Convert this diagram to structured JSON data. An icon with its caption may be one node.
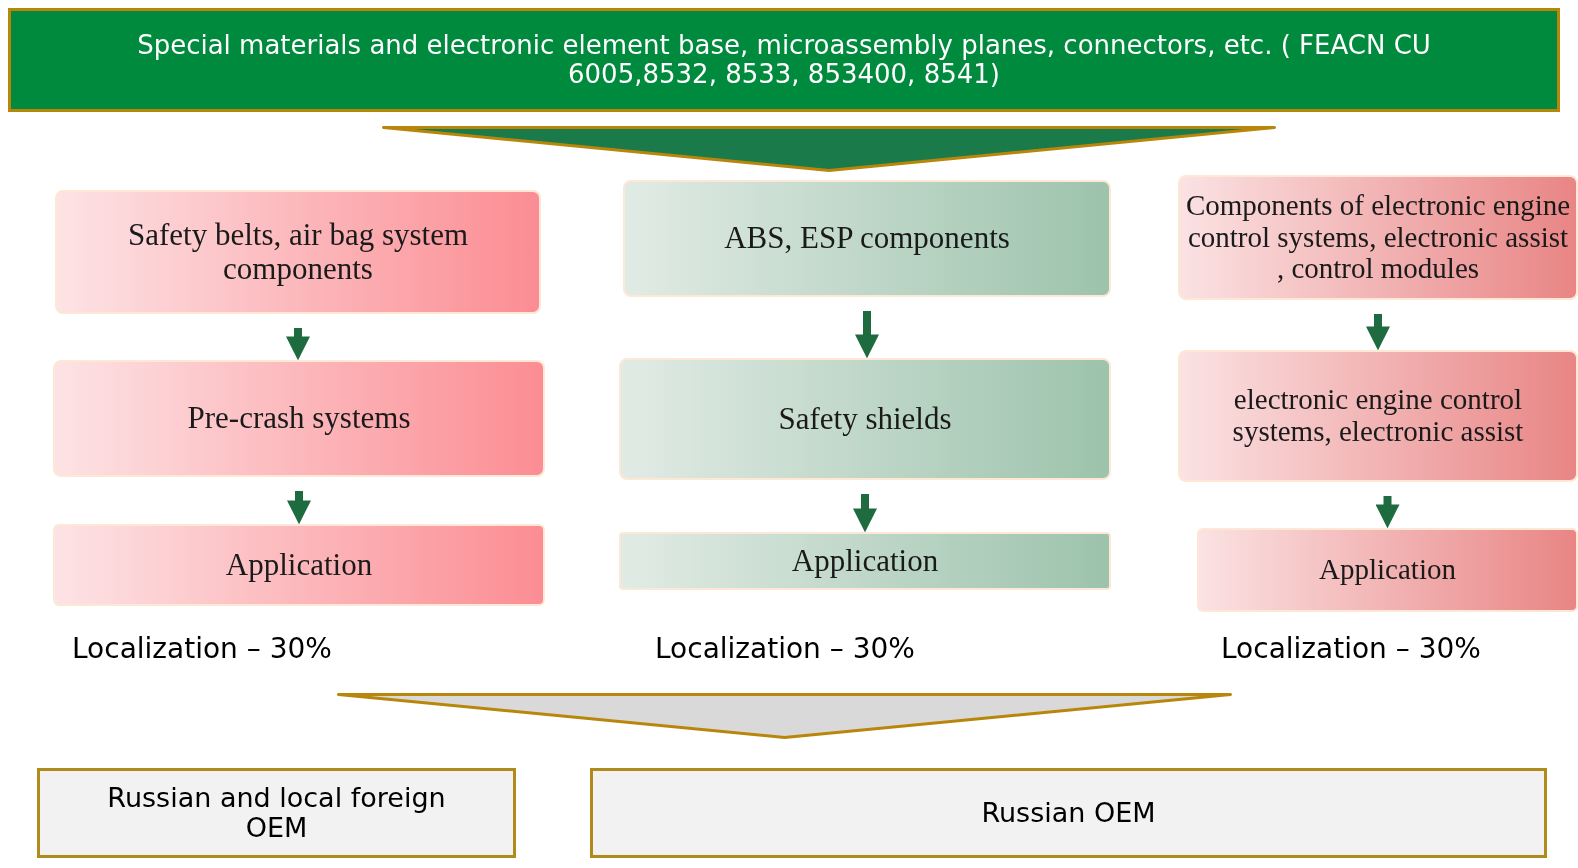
{
  "diagram": {
    "nodes": [
      {
        "text": [
          "Special materials and electronic element base, microassembly planes, connectors, etc. ( FEACN CU 6005,8532, 8533, 853400, 8541)"
        ]
      },
      {
        "text": [],
        "shape": "triangle"
      },
      {
        "text": [
          "Safety belts, air bag system components"
        ]
      },
      {
        "text": [
          "Pre-crash systems"
        ]
      },
      {
        "text": [
          "Application"
        ],
        "beside": [
          "Localization – 30%"
        ]
      },
      {
        "text": [
          "ABS, ESP components"
        ]
      },
      {
        "text": [
          "Safety shields"
        ]
      },
      {
        "text": [
          "Application"
        ],
        "beside": [
          "Localization – 30%"
        ]
      },
      {
        "text": [
          "Components of electronic engine control systems, electronic assist , control modules"
        ]
      },
      {
        "text": [
          "electronic engine control systems, electronic assist"
        ]
      },
      {
        "text": [
          "Application"
        ],
        "beside": [
          "Localization – 30%"
        ]
      },
      {
        "text": [],
        "shape": "triangle"
      },
      {
        "text": [
          "Russian and local foreign OEM"
        ]
      },
      {
        "text": [
          "Russian OEM"
        ]
      }
    ],
    "edges": [
      {
        "from": 2,
        "to": 3,
        "arrow": "to"
      },
      {
        "from": 3,
        "to": 4,
        "arrow": "to"
      },
      {
        "from": 5,
        "to": 6,
        "arrow": "to"
      },
      {
        "from": 6,
        "to": 7,
        "arrow": "to"
      },
      {
        "from": 8,
        "to": 9,
        "arrow": "to"
      },
      {
        "from": 9,
        "to": 10,
        "arrow": "to"
      }
    ]
  }
}
